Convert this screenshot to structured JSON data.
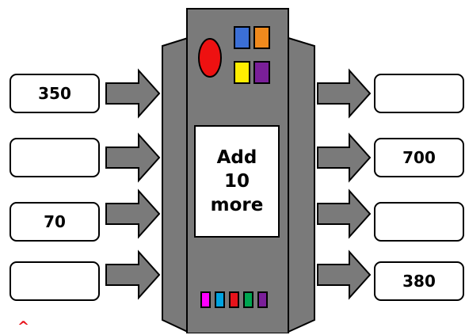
{
  "machine": {
    "label_lines": [
      "Add",
      "10",
      "more"
    ],
    "button_colors": [
      "#3b6fd6",
      "#f08a1d",
      "#ffee00",
      "#7a1f99"
    ],
    "light_colors": [
      "#ff00ff",
      "#00a3e0",
      "#e8131b",
      "#00a651",
      "#7a1f99"
    ],
    "indicator_color": "#ee1111",
    "body_color": "#7a7a7a"
  },
  "inputs": [
    "350",
    "",
    "70",
    ""
  ],
  "outputs": [
    "",
    "700",
    "",
    "380"
  ],
  "corner_mark": "^"
}
